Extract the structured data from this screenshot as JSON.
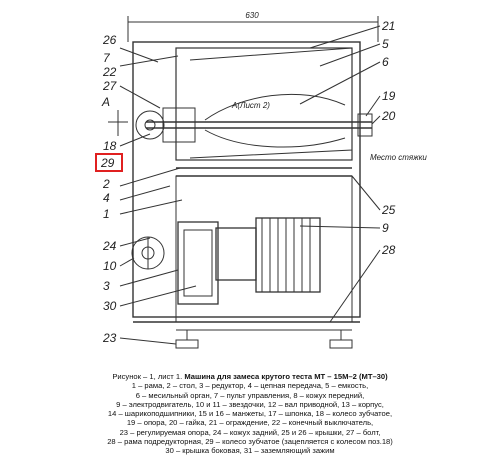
{
  "dimension": "630",
  "section_mark": "A",
  "section_ref": "А(Лист 2)",
  "place_note": "Место стяжки",
  "callouts": {
    "c26": "26",
    "c7": "7",
    "c22": "22",
    "c27": "27",
    "c18": "18",
    "c29": "29",
    "c2": "2",
    "c4": "4",
    "c1": "1",
    "c24": "24",
    "c10": "10",
    "c3": "3",
    "c30": "30",
    "c23": "23",
    "c21": "21",
    "c5": "5",
    "c6": "6",
    "c19": "19",
    "c20": "20",
    "c25": "25",
    "c9": "9",
    "c28": "28"
  },
  "highlight_color": "#e02020",
  "caption": {
    "lead": "Рисунок – 1, лист 1.",
    "title": "Машина для замеса крутого теста МТ – 15М–2 (МТ–30)",
    "lines": [
      "1 – рама, 2 – стол, 3 – редуктор, 4 – цепная передача, 5 – емкость,",
      "6 – месильный орган, 7 – пульт управления, 8 – кожух передний,",
      "9 – электродвигатель, 10 и 11 – звездочки, 12 – вал приводной, 13 – корпус,",
      "14 – шарикоподшипники, 15 и 16 – манжеты, 17 – шпонка, 18 – колесо зубчатое,",
      "19 – опора, 20 – гайка, 21 – ограждение, 22 – конечный выключатель,",
      "23 – регулируемая опора, 24 – кожух задний, 25 и 26 – крышки, 27 – болт,",
      "28 – рама подредукторная, 29 – колесо зубчатое (зацепляется с колесом поз.18)",
      "30 – крышка боковая, 31 – заземляющий зажим"
    ]
  }
}
